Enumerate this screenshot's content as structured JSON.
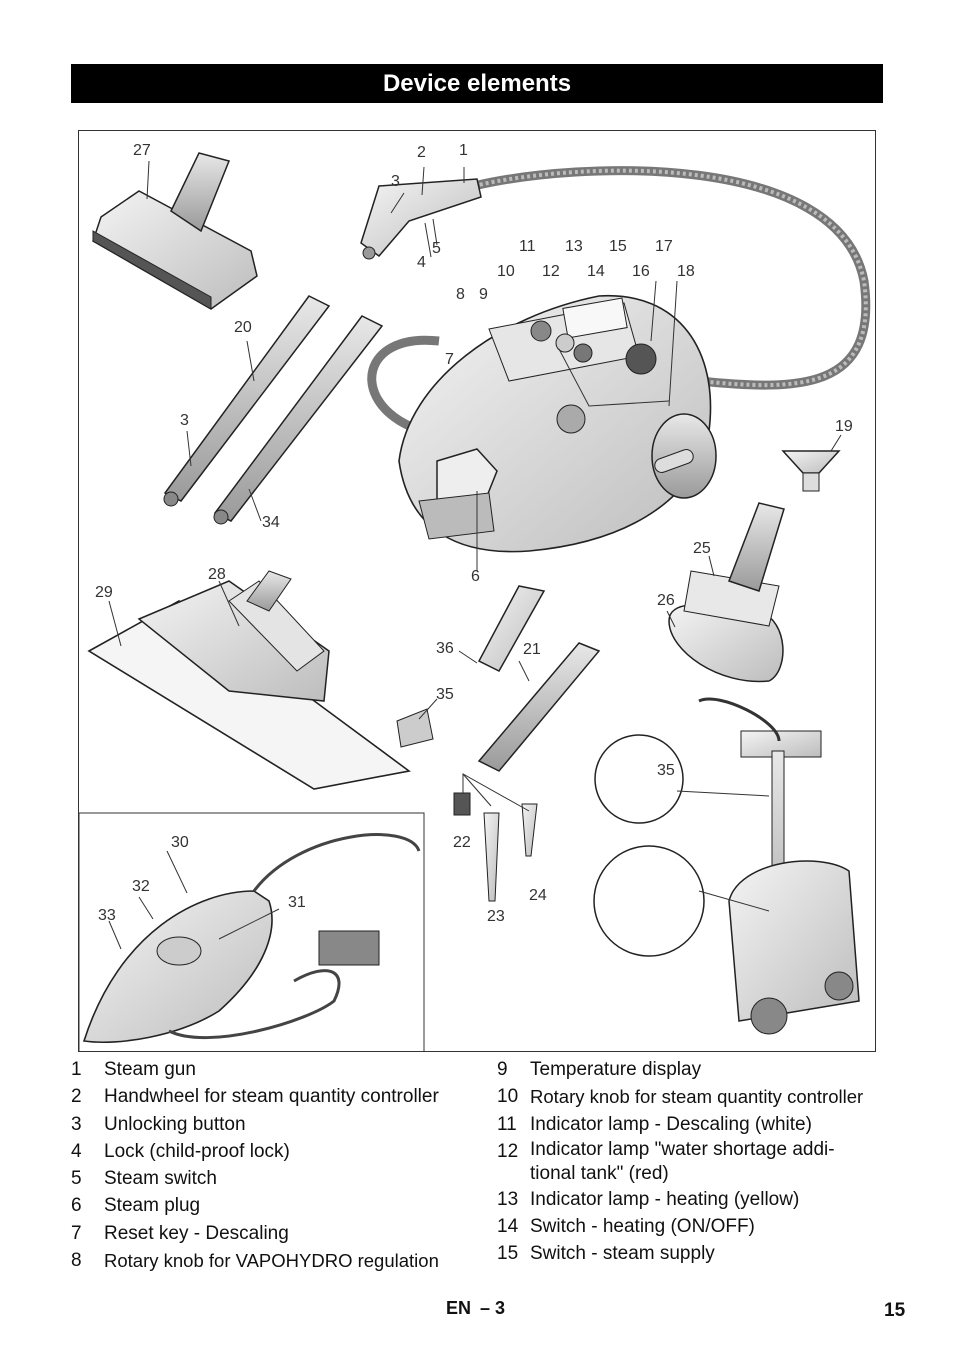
{
  "page": {
    "title": "Device elements",
    "footer_lang": "EN",
    "footer_section": "– 3",
    "page_number": "15"
  },
  "callouts": [
    "27",
    "2",
    "1",
    "3",
    "4",
    "5",
    "11",
    "13",
    "15",
    "17",
    "10",
    "12",
    "14",
    "16",
    "18",
    "8",
    "9",
    "7",
    "20",
    "3",
    "34",
    "19",
    "25",
    "26",
    "6",
    "28",
    "29",
    "36",
    "21",
    "35",
    "35",
    "22",
    "23",
    "24",
    "30",
    "32",
    "33",
    "31"
  ],
  "legend_left": [
    {
      "num": "1",
      "label": "Steam gun"
    },
    {
      "num": "2",
      "label": "Handwheel for steam quantity controller"
    },
    {
      "num": "3",
      "label": "Unlocking button"
    },
    {
      "num": "4",
      "label": "Lock (child-proof lock)"
    },
    {
      "num": "5",
      "label": "Steam switch"
    },
    {
      "num": "6",
      "label": "Steam plug"
    },
    {
      "num": "7",
      "label": "Reset key - Descaling"
    },
    {
      "num": "8",
      "label": "Rotary knob for VAPOHYDRO regulation"
    }
  ],
  "legend_right": [
    {
      "num": "9",
      "label": "Temperature display"
    },
    {
      "num": "10",
      "label": "Rotary knob for steam quantity controller"
    },
    {
      "num": "11",
      "label": "Indicator lamp - Descaling (white)"
    },
    {
      "num": "12",
      "label": "Indicator lamp \"water shortage addi-tional tank\" (red)"
    },
    {
      "num": "13",
      "label": "Indicator lamp - heating (yellow)"
    },
    {
      "num": "14",
      "label": "Switch - heating (ON/OFF)"
    },
    {
      "num": "15",
      "label": "Switch - steam supply"
    }
  ]
}
